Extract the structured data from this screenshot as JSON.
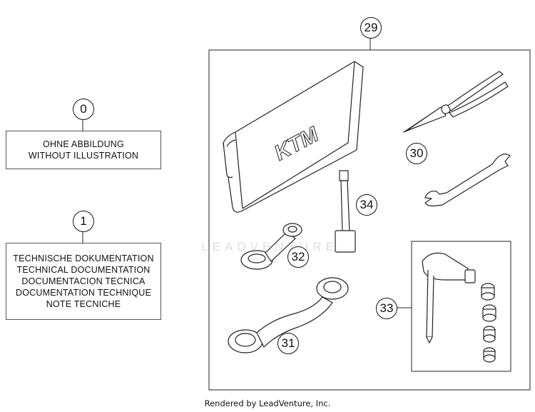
{
  "callouts": {
    "c0": "0",
    "c1": "1",
    "c29": "29",
    "c30": "30",
    "c31": "31",
    "c32": "32",
    "c33": "33",
    "c34": "34"
  },
  "box0": {
    "lines": [
      "OHNE ABBILDUNG",
      "WITHOUT ILLUSTRATION"
    ]
  },
  "box1": {
    "lines": [
      "TECHNISCHE DOKUMENTATION",
      "TECHNICAL DOCUMENTATION",
      "DOCUMENTACION TECNICA",
      "DOCUMENTATION TECHNIQUE",
      "NOTE TECNICHE"
    ]
  },
  "pouch_logo": "KTM",
  "watermark": "LEADVENTURE",
  "footer": "Rendered by LeadVenture, Inc.",
  "colors": {
    "line": "#222222",
    "accent": "#111111",
    "watermark": "#bdbdbd"
  }
}
